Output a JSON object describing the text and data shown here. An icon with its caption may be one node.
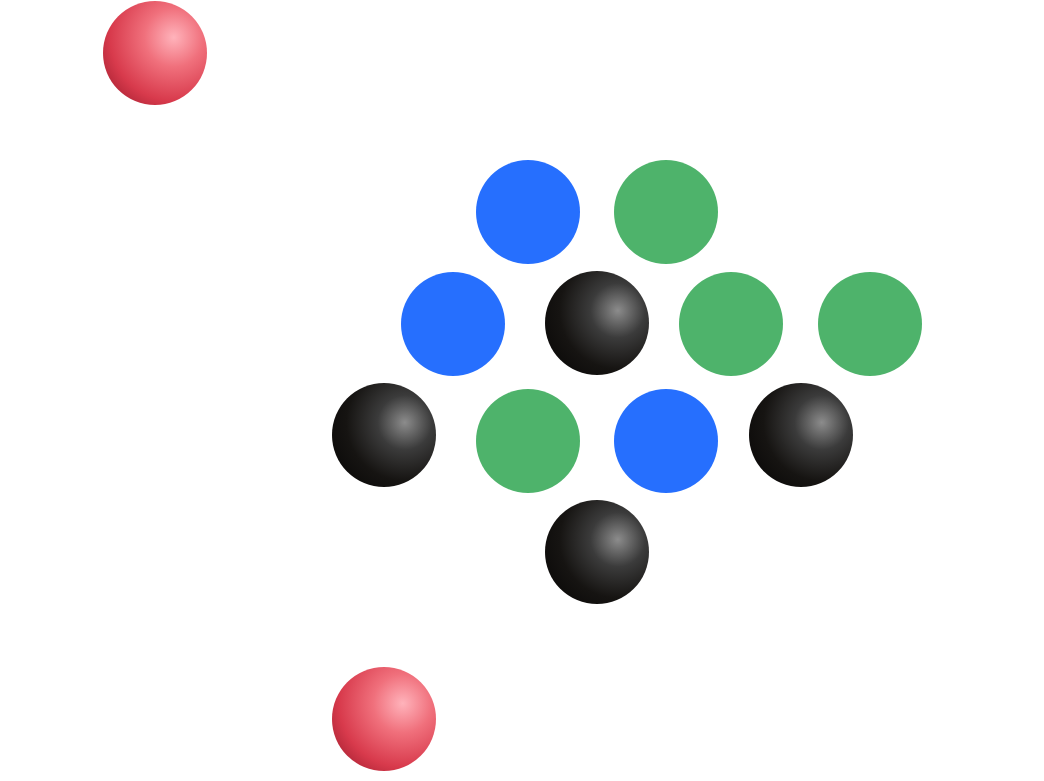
{
  "diagram": {
    "nodes": [
      {
        "text": [],
        "shape": "sphere"
      },
      {
        "text": [],
        "shape": "circle"
      },
      {
        "text": [],
        "shape": "circle"
      },
      {
        "text": [],
        "shape": "circle"
      },
      {
        "text": [],
        "shape": "sphere"
      },
      {
        "text": [],
        "shape": "circle"
      },
      {
        "text": [],
        "shape": "circle"
      },
      {
        "text": [],
        "shape": "sphere"
      },
      {
        "text": [],
        "shape": "circle"
      },
      {
        "text": [],
        "shape": "circle"
      },
      {
        "text": [],
        "shape": "sphere"
      },
      {
        "text": [],
        "shape": "sphere"
      },
      {
        "text": [],
        "shape": "sphere"
      }
    ]
  }
}
